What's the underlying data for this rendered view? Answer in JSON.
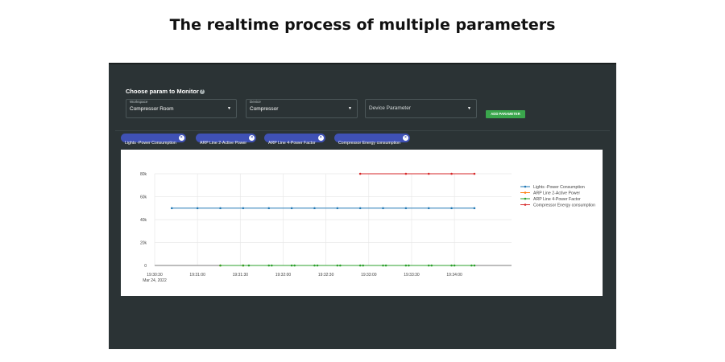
{
  "page": {
    "title": "The realtime process of multiple parameters"
  },
  "panel": {
    "heading": "Choose param to Monitor",
    "workspace": {
      "label": "Workspace",
      "value": "Compressor Room"
    },
    "device": {
      "label": "Device",
      "value": "Compressor"
    },
    "parameter": {
      "placeholder": "Device Parameter"
    },
    "add_button": "ADD PARAMETER"
  },
  "chips": [
    {
      "label": "Lights -Power Consumption"
    },
    {
      "label": "ARP Line 2-Active Power"
    },
    {
      "label": "ARP Line 4-Power Factor"
    },
    {
      "label": "Compressor Energy consumption"
    }
  ],
  "icons": {
    "help": "help-circle-icon",
    "caret": "chevron-down-icon",
    "chip_close": "close-circle-icon"
  },
  "chart_data": {
    "type": "line",
    "ylim": [
      0,
      80000
    ],
    "yticks": [
      {
        "value": 0,
        "label": "0"
      },
      {
        "value": 20000,
        "label": "20k"
      },
      {
        "value": 40000,
        "label": "40k"
      },
      {
        "value": 60000,
        "label": "60k"
      },
      {
        "value": 80000,
        "label": "80k"
      }
    ],
    "xlim": [
      0,
      250
    ],
    "xticks": [
      {
        "value": 0,
        "label": "19:30:30",
        "sublabel": "Mar 24, 2022"
      },
      {
        "value": 30,
        "label": "19:31:00",
        "sublabel": ""
      },
      {
        "value": 60,
        "label": "19:31:30",
        "sublabel": ""
      },
      {
        "value": 90,
        "label": "19:32:00",
        "sublabel": ""
      },
      {
        "value": 120,
        "label": "19:32:30",
        "sublabel": ""
      },
      {
        "value": 150,
        "label": "19:33:00",
        "sublabel": ""
      },
      {
        "value": 180,
        "label": "19:33:30",
        "sublabel": ""
      },
      {
        "value": 210,
        "label": "19:34:00",
        "sublabel": ""
      }
    ],
    "series": [
      {
        "name": "Lights -Power Consumption",
        "color": "#1f77b4",
        "x": [
          12,
          30,
          46,
          62,
          80,
          96,
          112,
          128,
          144,
          160,
          176,
          192,
          208,
          224
        ],
        "y": [
          50000,
          50000,
          50000,
          50000,
          50000,
          50000,
          50000,
          50000,
          50000,
          50000,
          50000,
          50000,
          50000,
          50000
        ]
      },
      {
        "name": "ARP Line 2-Active Power",
        "color": "#ff7f0e",
        "x": [
          46,
          62
        ],
        "y": [
          0,
          0
        ]
      },
      {
        "name": "ARP Line 4-Power Factor",
        "color": "#2ca02c",
        "x": [
          46,
          62,
          66,
          80,
          82,
          96,
          98,
          112,
          114,
          128,
          130,
          144,
          146,
          160,
          162,
          176,
          178,
          192,
          194,
          208,
          210,
          222,
          224
        ],
        "y": [
          0,
          0,
          0,
          0,
          0,
          0,
          0,
          0,
          0,
          0,
          0,
          0,
          0,
          0,
          0,
          0,
          0,
          0,
          0,
          0,
          0,
          0,
          0
        ]
      },
      {
        "name": "Compressor Energy consumption",
        "color": "#d62728",
        "x": [
          144,
          176,
          192,
          208,
          224
        ],
        "y": [
          80000,
          80000,
          80000,
          80000,
          80000
        ]
      }
    ],
    "grid": true,
    "legend": "right"
  }
}
